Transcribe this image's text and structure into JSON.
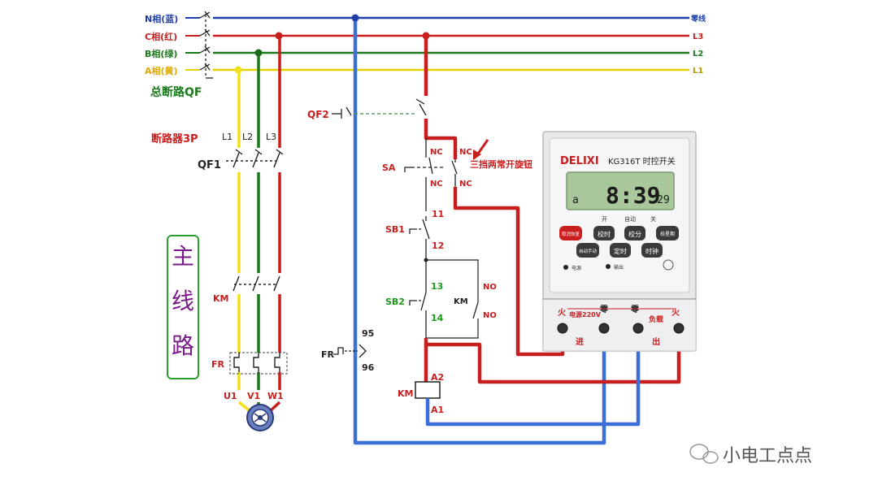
{
  "bus_labels": {
    "n_phase": "N相(蓝)",
    "c_phase": "C相(红)",
    "b_phase": "B相(绿)",
    "a_phase": "A相(黄)",
    "n_end": "零线",
    "l3_end": "L3",
    "l2_end": "L2",
    "l1_end": "L1"
  },
  "main_breaker": "总断路QF",
  "breaker_3p": "断路器3P",
  "qf1": "QF1",
  "qf2": "QF2",
  "phase_tags": [
    "L1",
    "L2",
    "L3"
  ],
  "km": "KM",
  "fr": "FR",
  "motor_terminals": [
    "U1",
    "V1",
    "W1"
  ],
  "main_circuit_chars": [
    "主",
    "线",
    "路"
  ],
  "control": {
    "sa": "SA",
    "nc": "NC",
    "knob_note": "三挡两常开旋钮",
    "sb1": "SB1",
    "sb2": "SB2",
    "n11": "11",
    "n12": "12",
    "n13": "13",
    "n14": "14",
    "no": "NO",
    "km": "KM",
    "fr": "FR",
    "n95": "95",
    "n96": "96",
    "a1": "A1",
    "a2": "A2"
  },
  "timer": {
    "brand": "DELIXI",
    "model": "KG316T 时控开关",
    "lcd_day": "a",
    "lcd_time": "8:39",
    "lcd_sec": "29",
    "status_on": "开",
    "status_auto": "自动",
    "status_off": "关",
    "buttons": [
      "取消恢复",
      "校时",
      "校分",
      "校星期",
      "自动手动",
      "定时",
      "时钟"
    ],
    "power_led": "电源",
    "output_led": "输出",
    "term_fire": "火",
    "term_zero1": "零",
    "term_zero2": "零",
    "term_fire2": "火",
    "supply": "电源220V",
    "load": "负载",
    "in": "进",
    "out": "出"
  },
  "watermark": "小电工点点",
  "colors": {
    "blue": "#3a6fd8",
    "red": "#d8261c",
    "green": "#1a7a1a",
    "yellow": "#f2e11a",
    "dark": "#222222"
  }
}
